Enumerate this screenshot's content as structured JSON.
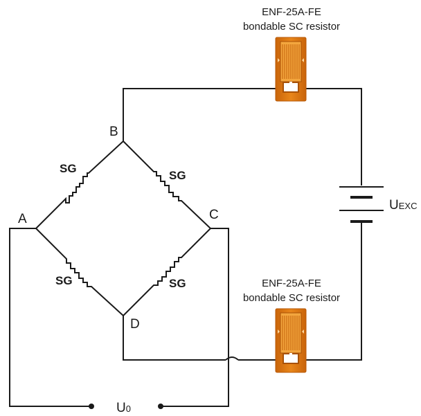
{
  "nodes": {
    "a": "A",
    "b": "B",
    "c": "C",
    "d": "D"
  },
  "gauges": {
    "top_left": "SG",
    "top_right": "SG",
    "bottom_left": "SG",
    "bottom_right": "SG"
  },
  "resistor_top": {
    "line1": "ENF-25A-FE",
    "line2": "bondable SC resistor"
  },
  "resistor_bottom": {
    "line1": "ENF-25A-FE",
    "line2": "bondable SC resistor"
  },
  "excitation": {
    "symbol": "U",
    "subscript": "EXC"
  },
  "output": {
    "symbol": "U",
    "subscript": "0"
  },
  "colors": {
    "wire": "#1a1a1a",
    "resistor_body": "#e07c10",
    "resistor_grid": "#f6b24a"
  }
}
